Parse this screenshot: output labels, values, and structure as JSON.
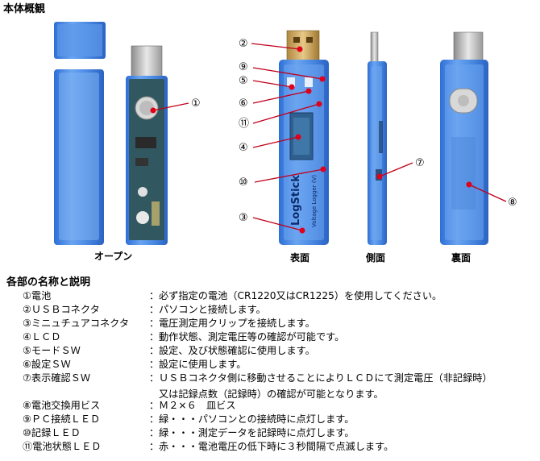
{
  "section_overview": "本体概観",
  "captions": {
    "open": "オープン",
    "front": "表面",
    "side": "側面",
    "back": "裏面"
  },
  "device_label": {
    "logo": "LogStick",
    "model": "Voltage Logger (V)"
  },
  "markers": [
    "①",
    "②",
    "③",
    "④",
    "⑤",
    "⑥",
    "⑦",
    "⑧",
    "⑨",
    "⑩",
    "⑪"
  ],
  "section_parts": "各部の名称と説明",
  "parts": [
    {
      "name": "①電池",
      "desc": "必ず指定の電池（CR1220又はCR1225）を使用してください。"
    },
    {
      "name": "②ＵＳＢコネクタ",
      "desc": "パソコンと接続します。"
    },
    {
      "name": "③ミニュチュアコネクタ",
      "desc": "電圧測定用クリップを接続します。"
    },
    {
      "name": "④ＬＣＤ",
      "desc": "動作状態、測定電圧等の確認が可能です。"
    },
    {
      "name": "⑤モードＳＷ",
      "desc": "設定、及び状態確認に使用します。"
    },
    {
      "name": "⑥設定ＳＷ",
      "desc": "設定に使用します。"
    },
    {
      "name": "⑦表示確認ＳＷ",
      "desc": "ＵＳＢコネクタ側に移動させることによりＬＣＤにて測定電圧（非記録時）",
      "desc2": "又は記録点数（記録時）の確認が可能となります。"
    },
    {
      "name": "⑧電池交換用ビス",
      "desc": "Ｍ２×６　皿ビス"
    },
    {
      "name": "⑨ＰＣ接続ＬＥＤ",
      "desc": "緑・・・パソコンとの接続時に点灯します。"
    },
    {
      "name": "⑩記録ＬＥＤ",
      "desc": "緑・・・測定データを記録時に点灯します。"
    },
    {
      "name": "⑪電池状態ＬＥＤ",
      "desc": "赤・・・電池電圧の低下時に３秒間隔で点滅します。"
    }
  ],
  "colon": "："
}
